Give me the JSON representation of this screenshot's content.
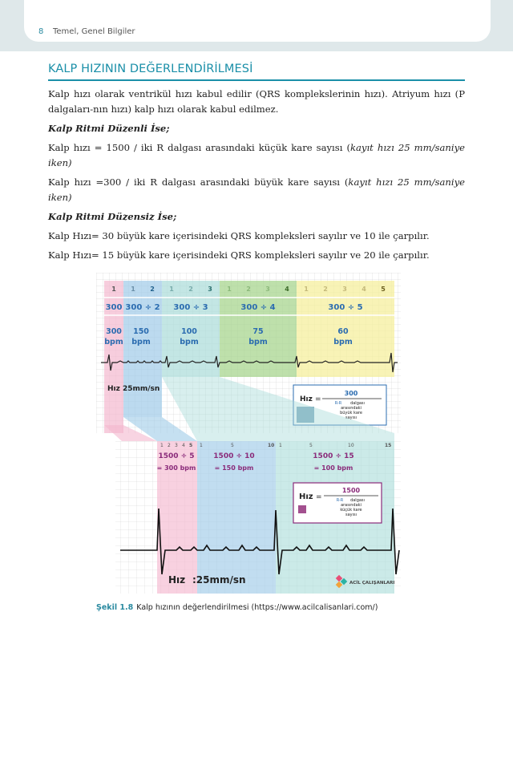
{
  "header": {
    "page_number": "8",
    "running_title": "Temel, Genel Bilgiler"
  },
  "section_title": "KALP HIZININ DEĞERLENDİRİLMESİ",
  "paragraphs": {
    "p1": "Kalp hızı olarak ventrikül hızı kabul edilir (QRS komplekslerinin hızı). Atriyum hızı (P dalgaları-nın hızı) kalp hızı olarak kabul edilmez.",
    "h1": "Kalp Ritmi Düzenli İse;",
    "p2a": "Kalp hızı = 1500 / iki R dalgası arasındaki küçük kare sayısı (",
    "p2b": "kayıt hızı 25 mm/saniye iken)",
    "p3a": "Kalp hızı =300 / iki R dalgası arasındaki büyük kare sayısı (",
    "p3b": "kayıt hızı 25 mm/saniye iken)",
    "h2": "Kalp Ritmi Düzensiz İse;",
    "p4": "Kalp Hızı= 30 büyük kare içerisindeki QRS kompleksleri sayılır ve 10 ile çarpılır.",
    "p5": "Kalp Hızı= 15 büyük kare içerisindeki QRS kompleksleri sayılır ve 20 ile çarpılır."
  },
  "figure": {
    "top": {
      "numbers": [
        "1",
        "1",
        "2",
        "1",
        "2",
        "3",
        "1",
        "2",
        "3",
        "4",
        "1",
        "2",
        "3",
        "4",
        "5"
      ],
      "formulas": [
        "300",
        "300 ÷ 2",
        "300 ÷ 3",
        "300 ÷ 4",
        "300 ÷ 5"
      ],
      "rates": [
        "300",
        "150",
        "100",
        "75",
        "60"
      ],
      "bpm": "bpm",
      "speed": "Hız 25mm/sn",
      "legend": {
        "lhs": "Hız",
        "eq": "=",
        "num": "300",
        "rr": "R-R",
        "d1": "dalgası",
        "d2": "arasındaki",
        "d3": "büyük kare",
        "d4": "sayısı"
      }
    },
    "bottom": {
      "numbers": [
        "1",
        "2",
        "3",
        "4",
        "5",
        "1",
        "5",
        "10",
        "1",
        "5",
        "10",
        "15"
      ],
      "formulas": [
        "1500 ÷ 5",
        "1500 ÷ 10",
        "1500 ÷ 15"
      ],
      "rates": [
        "= 300 bpm",
        "= 150 bpm",
        "= 100 bpm"
      ],
      "speed_label": "Hız",
      "speed_value": ":25mm/sn",
      "legend": {
        "lhs": "Hız",
        "eq": "=",
        "num": "1500",
        "rr": "R-R",
        "d1": "dalgası",
        "d2": "arasındaki",
        "d3": "küçük kare",
        "d4": "sayısı"
      },
      "logo": "ACİL ÇALIŞANLARI"
    }
  },
  "caption": {
    "label": "Şekil 1.8",
    "text": "Kalp hızının değerlendirilmesi (https://www.acilcalisanlari.com/)"
  }
}
